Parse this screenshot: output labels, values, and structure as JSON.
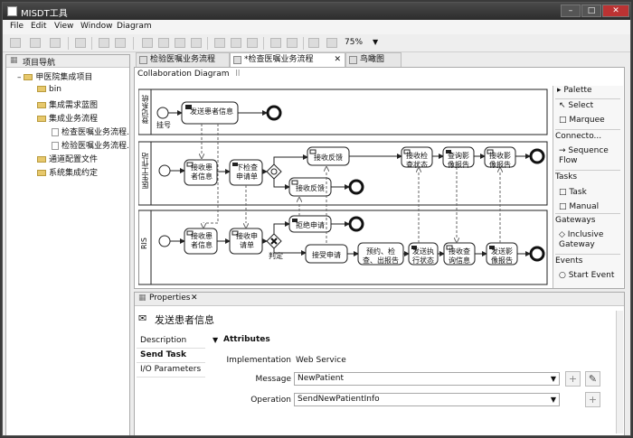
{
  "window": {
    "title": "MISDT工具"
  },
  "menu": [
    "File",
    "Edit",
    "View",
    "Window",
    "Diagram"
  ],
  "toolbar": {
    "zoom": "75%",
    "dropdown_arrow": "▼"
  },
  "project_panel": {
    "title": "项目导航",
    "tree": [
      {
        "label": "甲医院集成项目",
        "type": "folder",
        "level": 0
      },
      {
        "label": "bin",
        "type": "folder",
        "level": 1
      },
      {
        "label": "集成需求蓝图",
        "type": "folder",
        "level": 1
      },
      {
        "label": "集成业务流程",
        "type": "folder",
        "level": 1
      },
      {
        "label": "检查医嘱业务流程.",
        "type": "file",
        "level": 2
      },
      {
        "label": "检验医嘱业务流程.",
        "type": "file",
        "level": 2
      },
      {
        "label": "通道配置文件",
        "type": "folder",
        "level": 1
      },
      {
        "label": "系统集成约定",
        "type": "folder",
        "level": 1
      }
    ]
  },
  "editor_tabs": [
    {
      "label": "检验医嘱业务流程",
      "active": false
    },
    {
      "label": "*检查医嘱业务流程",
      "active": true
    },
    {
      "label": "鸟瞰图",
      "active": false
    }
  ],
  "editor": {
    "subtab": "Collaboration Diagram",
    "subtab_marker": "ll"
  },
  "diagram": {
    "pools": [
      "登记系统",
      "医生工作站",
      "RIS"
    ],
    "tasks": {
      "send_patient_info": "发送患者信息",
      "receive_patient_info_doc": "接收患\n者信息",
      "issue_exam_order": "下检查\n申请单",
      "receive_feedback_1": "接收反馈",
      "receive_feedback_2": "接收反馈",
      "receive_exam_status": "接收检\n查状态",
      "query_image_report": "查询影\n像报告",
      "receive_image_report": "接收影\n像报告",
      "receive_patient_info_ris": "接收患\n者信息",
      "receive_exam_order": "接收申\n请单",
      "reject_order": "拒绝申请",
      "accept_order": "接受申请",
      "schedule_exam": "预约、检\n查、出报告",
      "send_exec_status": "发送执\n行状态",
      "receive_query_info": "接收查\n询信息",
      "send_image_report": "发送影\n像报告"
    },
    "labels": {
      "register": "挂号",
      "decision": "判定"
    }
  },
  "palette": {
    "title": "Palette",
    "items": [
      {
        "label": "Select",
        "kind": "tool"
      },
      {
        "label": "Marquee",
        "kind": "tool"
      },
      {
        "label": "Connecto...",
        "kind": "group"
      },
      {
        "label": "Sequence\nFlow",
        "kind": "tool"
      },
      {
        "label": "Tasks",
        "kind": "group"
      },
      {
        "label": "Task",
        "kind": "tool"
      },
      {
        "label": "Manual",
        "kind": "tool"
      },
      {
        "label": "Gateways",
        "kind": "group"
      },
      {
        "label": "Inclusive\nGateway",
        "kind": "tool"
      },
      {
        "label": "Events",
        "kind": "group"
      },
      {
        "label": "Start Event",
        "kind": "tool"
      }
    ]
  },
  "properties": {
    "title": "Properties",
    "selected_name": "发送患者信息",
    "tabs": [
      "Description",
      "Send Task",
      "I/O Parameters"
    ],
    "active_tab": "Send Task",
    "section_title": "Attributes",
    "fields": [
      {
        "label": "Implementation",
        "value": "Web Service",
        "type": "text"
      },
      {
        "label": "Message",
        "value": "NewPatient",
        "type": "select"
      },
      {
        "label": "Operation",
        "value": "SendNewPatientInfo",
        "type": "select"
      }
    ]
  }
}
